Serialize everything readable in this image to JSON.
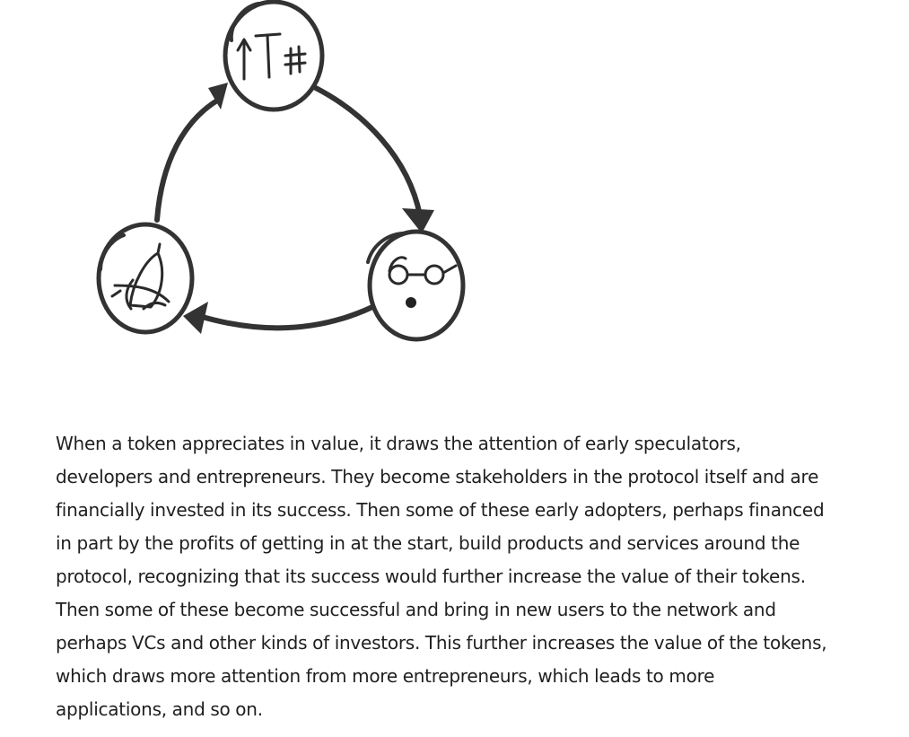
{
  "diagram": {
    "nodes": [
      {
        "id": "token-value",
        "icon": "up-arrow-token-dollar-icon"
      },
      {
        "id": "speculators",
        "icon": "face-with-glasses-icon"
      },
      {
        "id": "builders",
        "icon": "rocket-icon"
      }
    ],
    "flow": [
      "token-value",
      "speculators",
      "builders",
      "token-value"
    ]
  },
  "article": {
    "paragraph_lines": [
      "When a token appreciates in value, it draws the attention of early speculators,",
      "developers and entrepreneurs. They become stakeholders in the protocol itself and are",
      "financially invested in its success. Then some of these early adopters, perhaps financed",
      "in part by the profits of getting in at the start, build products and services around the",
      "protocol, recognizing that its success would further increase the value of their tokens.",
      "Then some of these become successful and bring in new users to the network and",
      "perhaps VCs and other kinds of investors. This further increases the value of the tokens,",
      "which draws more attention from more entrepreneurs, which leads to more",
      "applications, and so on."
    ]
  }
}
